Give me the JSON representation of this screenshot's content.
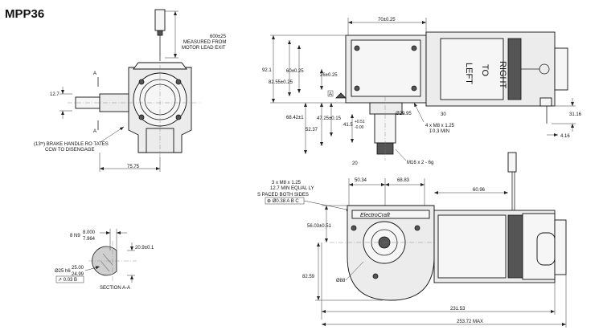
{
  "title": "MPP36",
  "front_view": {
    "lead_note_1": "600±25",
    "lead_note_2": "MEASURED FROM",
    "lead_note_3": "MOTOR LEAD EXIT",
    "dim_shaft_offset": "12.7",
    "section_mark": "A",
    "brake_note_1": "(13ᵐ) BRAKE HANDLE RO     TATES",
    "brake_note_2": "CCW  TO DISENGAGE",
    "dim_width": "75.75"
  },
  "section_view": {
    "key_width_label": "8 N9",
    "key_width_max": "8.000",
    "key_width_min": "7.964",
    "key_depth": "20.9±0.1",
    "shaft_dia_label": "Ø25 h6",
    "shaft_dia_max": "25.00",
    "shaft_dia_min": "24.99",
    "runout": "↗ 0.03  B",
    "caption": "SECTION   A-A"
  },
  "top_view": {
    "dim_top": "70±0.25",
    "dim_92": "92.1",
    "dim_60": "60±0.25",
    "dim_82": "82.55±0.25",
    "dim_26": "26±0.25",
    "datum_a": "A",
    "label_1": "LEFT",
    "label_2": "TO",
    "label_3": "RIGHT",
    "dim_68": "68.42±1",
    "dim_47": "47.25±0.15",
    "dim_52": "52.37",
    "dim_41": "41.5",
    "tol_plus": "+0.51",
    "tol_minus": "-0.00",
    "dim_29": "Ø29.95",
    "dim_30": "30",
    "tap_1": "4 x M8 x 1.25",
    "tap_2": "↧0.3 MIN",
    "dim_31": "31.16",
    "dim_4": "4.16",
    "dim_20": "20",
    "thread": "M16 x 2 - 6g"
  },
  "side_view": {
    "note_1": "3 x M8 x 1.25",
    "note_2": "12.7 MIN EQUAL    LY",
    "note_3": "S PACED BOTH SIDES",
    "note_4": "⊕ Ø0.38  A  B  C",
    "dim_50": "50.34",
    "dim_68b": "68.83",
    "dim_60b": "60.96",
    "dim_56": "56.03±0.51",
    "brand": "ElectroCraft",
    "dim_82b": "82.59",
    "dim_88": "Ø88",
    "dim_231": "231.53",
    "dim_253": "253.72 MAX"
  }
}
